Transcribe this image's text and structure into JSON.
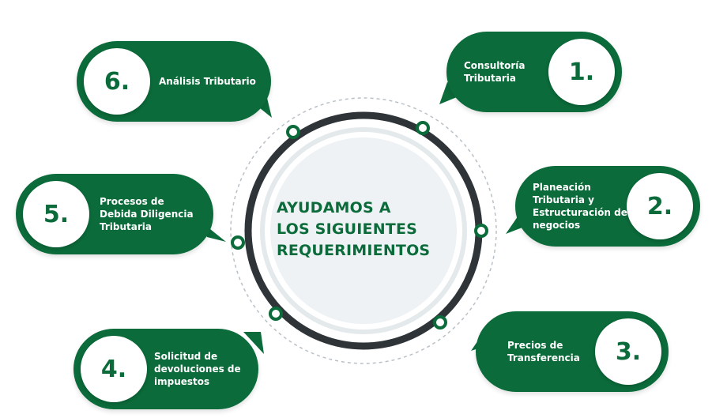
{
  "center": {
    "title": "AYUDAMOS A\nLOS SIGUIENTES\nREQUERIMIENTOS"
  },
  "items": [
    {
      "number": "1.",
      "label": "Consultoría\nTributaria"
    },
    {
      "number": "2.",
      "label": "Planeación\nTributaria y\nEstructuración de\nnegocios"
    },
    {
      "number": "3.",
      "label": "Precios de\nTransferencia"
    },
    {
      "number": "4.",
      "label": "Solicitud de\ndevoluciones de\nimpuestos"
    },
    {
      "number": "5.",
      "label": "Procesos de\nDebida Diligencia\nTributaria"
    },
    {
      "number": "6.",
      "label": "Análisis Tributario"
    }
  ],
  "colors": {
    "brand_green": "#0b6b3a",
    "ring_dark": "#2f3439",
    "center_fill": "#eef2f4"
  }
}
